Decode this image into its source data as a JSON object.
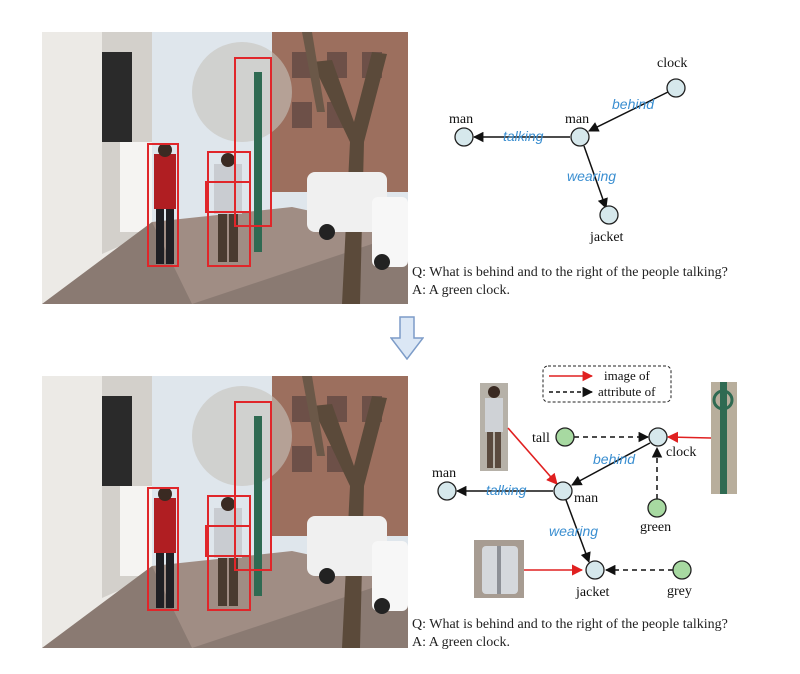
{
  "top_panel": {
    "graph": {
      "nodes": {
        "man_left": "man",
        "man_center": "man",
        "clock": "clock",
        "jacket": "jacket"
      },
      "edges": {
        "talking": "talking",
        "behind": "behind",
        "wearing": "wearing"
      }
    },
    "question": "Q: What is behind and to the right of the people talking?",
    "answer": "A: A green clock."
  },
  "bottom_panel": {
    "legend": {
      "image_of": "image of",
      "attribute_of": "attribute of"
    },
    "graph": {
      "nodes": {
        "man_left": "man",
        "man_center": "man",
        "clock": "clock",
        "jacket": "jacket",
        "tall": "tall",
        "green": "green",
        "grey": "grey"
      },
      "edges": {
        "talking": "talking",
        "behind": "behind",
        "wearing": "wearing"
      }
    },
    "question": "Q: What is behind and to the right of the people talking?",
    "answer": "A: A green clock."
  },
  "colors": {
    "node_fill": "#d6e8ec",
    "attribute_fill": "#a7d9a1",
    "relation_text": "#3b8fd1",
    "image_edge": "#e02020",
    "bbox": "#e0262a",
    "arrow_fill": "#dbe7f5",
    "arrow_stroke": "#7d9cc8"
  }
}
